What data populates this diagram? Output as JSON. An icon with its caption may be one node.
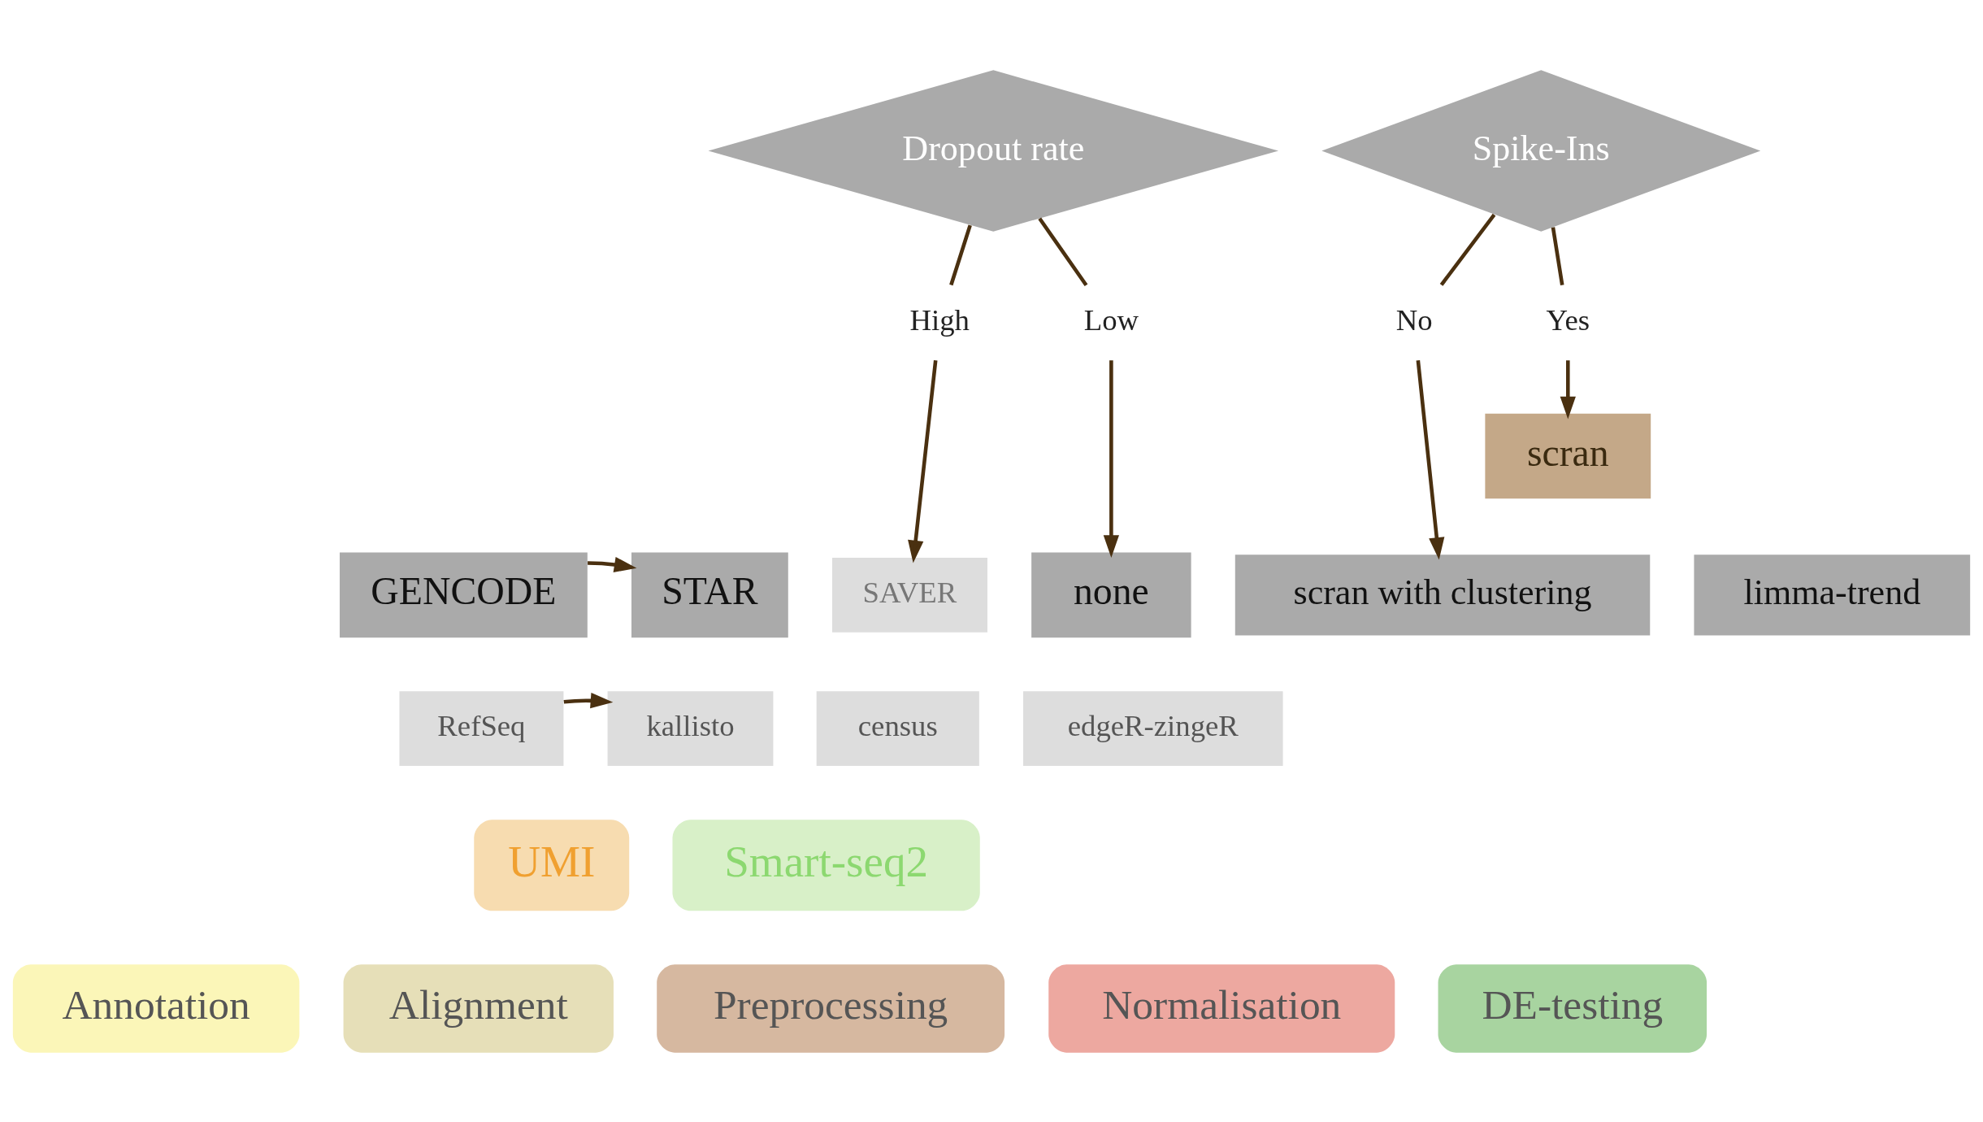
{
  "diagram": {
    "nodes": [
      {
        "text": [
          "UMI"
        ]
      },
      {
        "text": [
          "Smart-seq2"
        ]
      },
      {
        "text": [
          "Annotation"
        ]
      },
      {
        "text": [
          "Alignment"
        ]
      },
      {
        "text": [
          "Preprocessing"
        ]
      },
      {
        "text": [
          "Normalisation"
        ]
      },
      {
        "text": [
          "DE-testing"
        ]
      },
      {
        "text": [
          "Dropout rate"
        ]
      },
      {
        "text": [
          "Spike-Ins"
        ]
      },
      {
        "text": [
          "High"
        ]
      },
      {
        "text": [
          "Low"
        ]
      },
      {
        "text": [
          "No"
        ]
      },
      {
        "text": [
          "Yes"
        ]
      },
      {
        "text": [
          "scran"
        ]
      },
      {
        "text": [
          "GENCODE"
        ]
      },
      {
        "text": [
          "STAR"
        ]
      },
      {
        "text": [
          "SAVER"
        ]
      },
      {
        "text": [
          "none"
        ]
      },
      {
        "text": [
          "scran with clustering"
        ]
      },
      {
        "text": [
          "limma-trend"
        ]
      },
      {
        "text": [
          "RefSeq"
        ]
      },
      {
        "text": [
          "kallisto"
        ]
      },
      {
        "text": [
          "census"
        ]
      },
      {
        "text": [
          "edgeR-zingeR"
        ]
      }
    ],
    "edges": [
      {
        "from": 7,
        "to": 9,
        "arrow": "none"
      },
      {
        "from": 7,
        "to": 10,
        "arrow": "none"
      },
      {
        "from": 9,
        "to": 16,
        "arrow": "to"
      },
      {
        "from": 10,
        "to": 17,
        "arrow": "to"
      },
      {
        "from": 8,
        "to": 11,
        "arrow": "none"
      },
      {
        "from": 8,
        "to": 12,
        "arrow": "none"
      },
      {
        "from": 11,
        "to": 18,
        "arrow": "to"
      },
      {
        "from": 12,
        "to": 13,
        "arrow": "to"
      },
      {
        "from": 14,
        "to": 15,
        "arrow": "to"
      },
      {
        "from": 20,
        "to": 21,
        "arrow": "to"
      }
    ]
  }
}
